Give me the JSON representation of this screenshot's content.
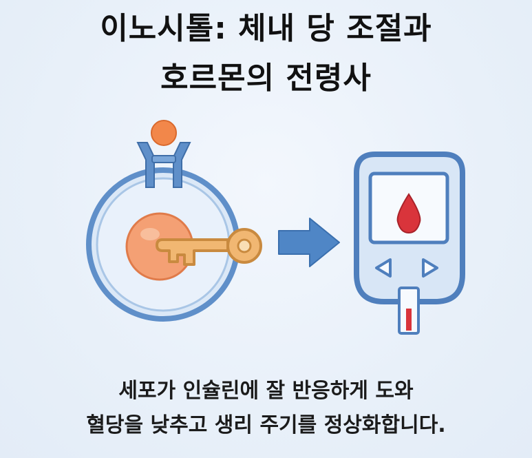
{
  "title": {
    "line1": "이노시톨: 체내 당 조절과",
    "line2": "호르몬의 전령사"
  },
  "caption": {
    "line1": "세포가 인슐린에 잘 반응하게 도와",
    "line2": "혈당을 낮추고 생리 주기를 정상화합니다."
  },
  "colors": {
    "background": "#eaf1fa",
    "cell_ring": "#5f8fc9",
    "nucleus": "#f4a074",
    "key": "#f1b772",
    "receptor_head": "#f2874a",
    "arrow": "#4f86c6",
    "meter_body": "#d8e6f6",
    "blood_drop": "#d9343b"
  },
  "icons": [
    "cell-icon",
    "insulin-receptor-icon",
    "key-icon",
    "arrow-right-icon",
    "glucose-meter-icon",
    "blood-drop-icon"
  ]
}
